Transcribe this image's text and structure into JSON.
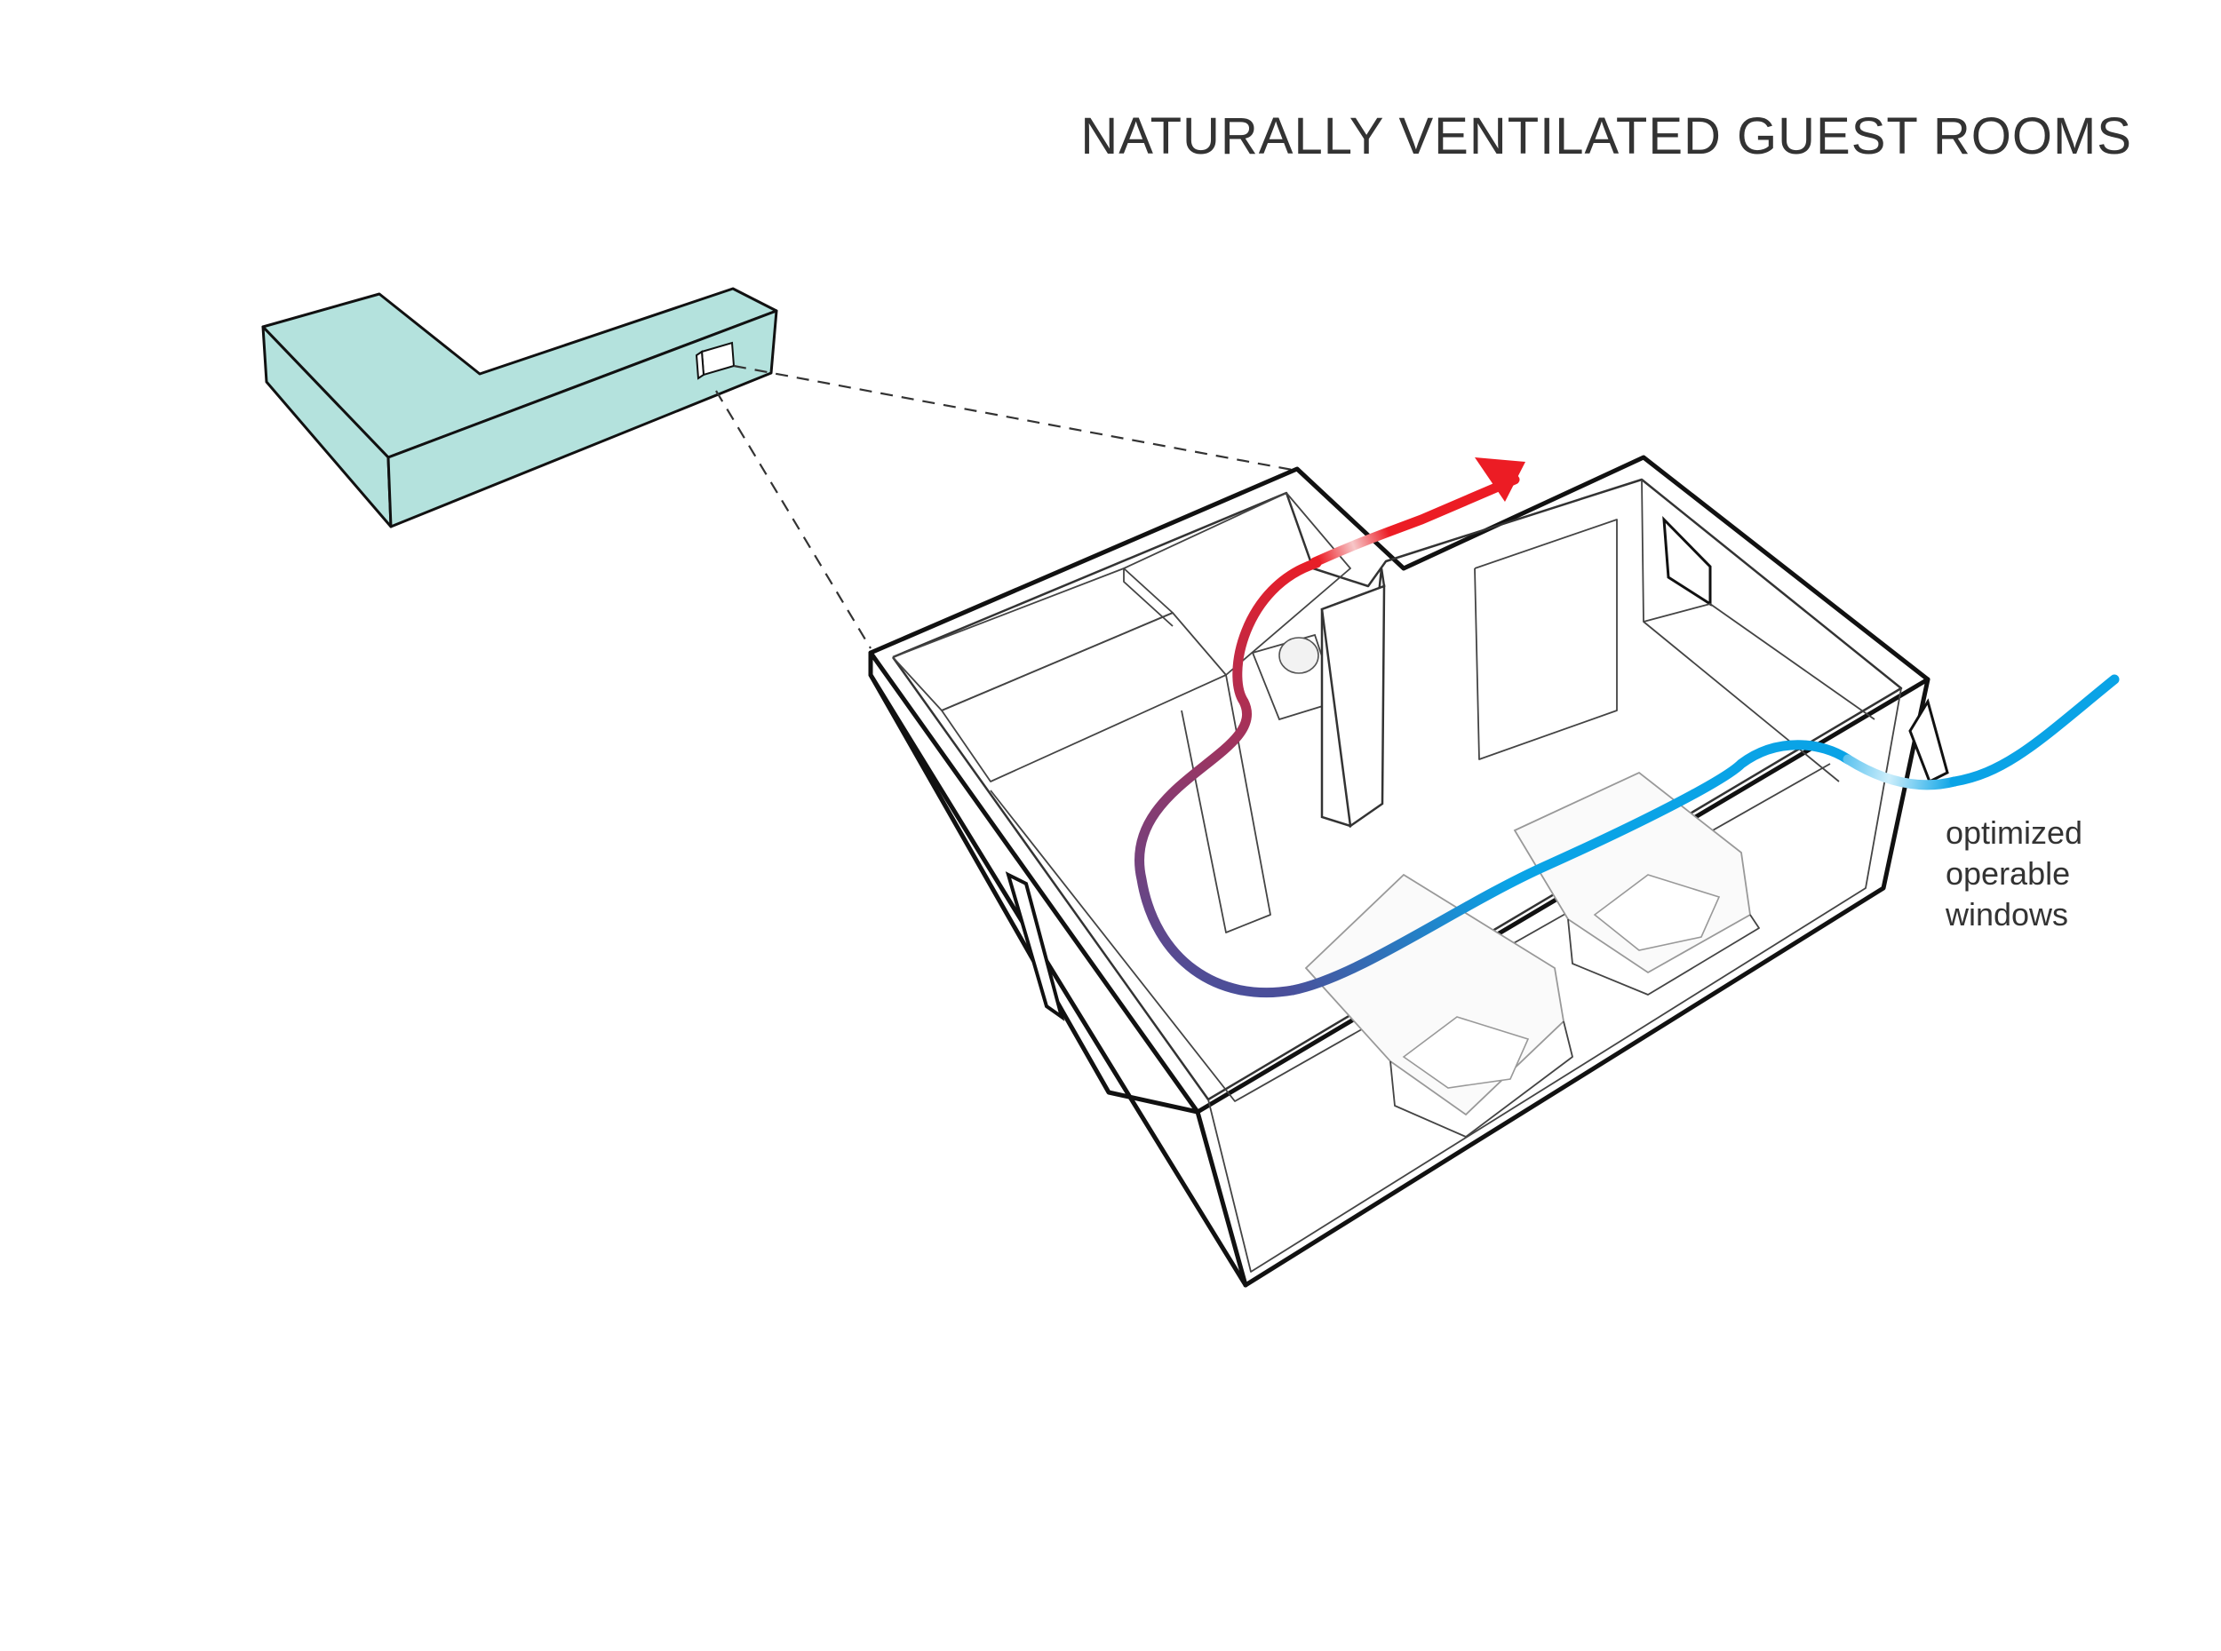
{
  "title": "NATURALLY VENTILATED GUEST ROOMS",
  "caption": {
    "lines": [
      "optimized",
      "operable",
      "windows"
    ]
  },
  "colors": {
    "building_fill": "#b4e2dd",
    "warm_air": "#ec1c24",
    "mixed_air": "#6b4a8c",
    "cool_air": "#0aa3e6",
    "outline": "#111111"
  }
}
